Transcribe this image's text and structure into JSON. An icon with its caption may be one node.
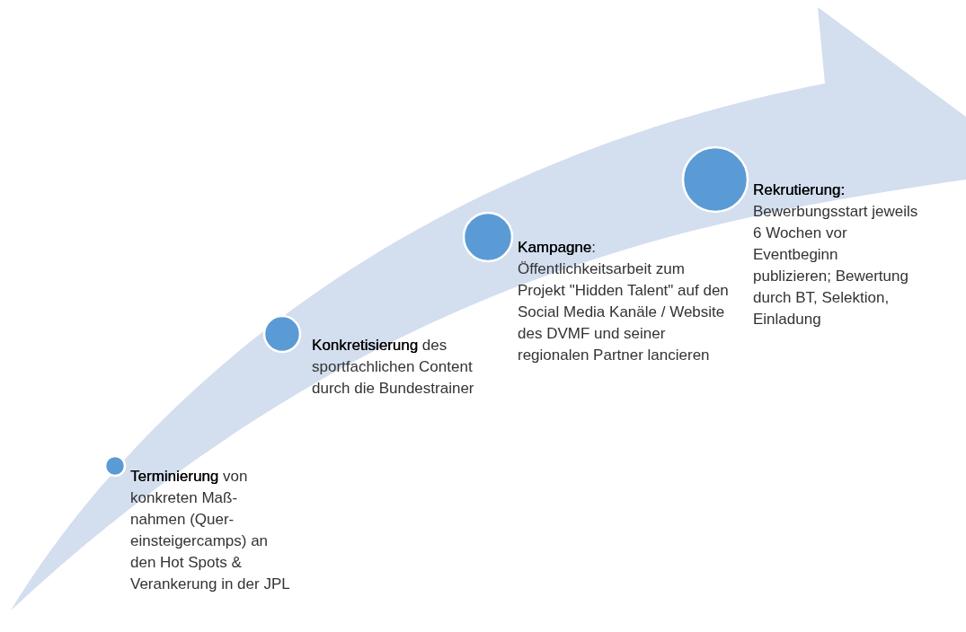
{
  "diagram": {
    "nodes": [
      {
        "text": [],
        "shape": "circle",
        "beside": [
          "**Terminierung** von konkreten Maß- nahmen (Quer- einsteigercamps) an den Hot Spots & Verankerung in der JPL"
        ]
      },
      {
        "text": [],
        "shape": "circle",
        "beside": [
          "**Konkretisierung** des sportfachlichen Content durch die Bundestrainer"
        ]
      },
      {
        "text": [],
        "shape": "circle",
        "beside": [
          "**Kampagne**: Öffentlichkeitsarbeit zum Projekt \"Hidden Talent\" auf den Social Media Kanäle / Website des DVMF und seiner regionalen Partner lancieren"
        ]
      },
      {
        "text": [],
        "shape": "circle",
        "beside": [
          "**Rekrutierung:** Bewerbungsstart jeweils 6 Wochen vor Eventbeginn publizieren; Bewertung durch BT, Selektion, Einladung"
        ]
      }
    ]
  }
}
